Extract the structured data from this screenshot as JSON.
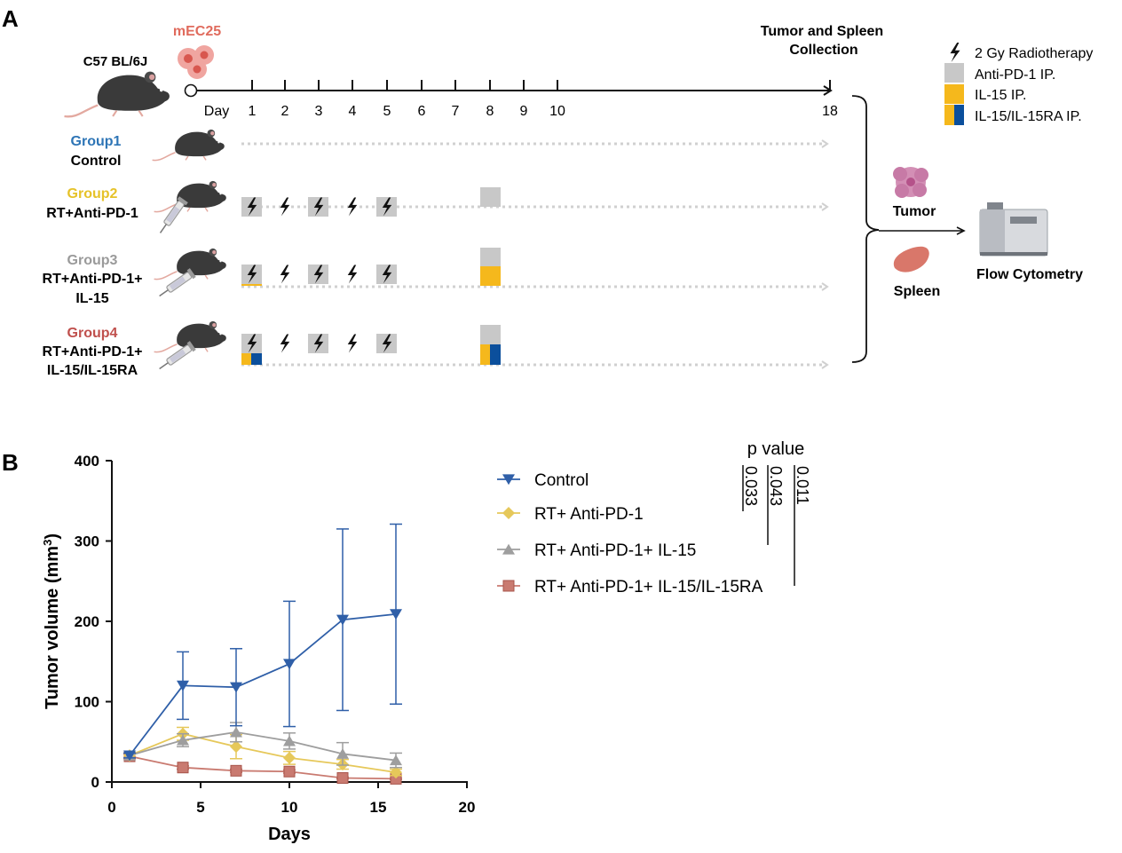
{
  "panel_a": {
    "label": "A",
    "mouse_strain": "C57 BL/6J",
    "cell_line": "mEC25",
    "collection_label_line1": "Tumor and Spleen",
    "collection_label_line2": "Collection",
    "day_word": "Day",
    "days": [
      "1",
      "2",
      "3",
      "4",
      "5",
      "6",
      "7",
      "8",
      "9",
      "10",
      "18"
    ],
    "legend": {
      "radiotherapy": "2 Gy Radiotherapy",
      "anti_pd1": "Anti-PD-1 IP.",
      "il15": "IL-15 IP.",
      "il15ra": "IL-15/IL-15RA IP."
    },
    "groups": [
      {
        "name": "Group1",
        "lines": [
          "Control"
        ],
        "color": "#2e75b6"
      },
      {
        "name": "Group2",
        "lines": [
          "RT+Anti-PD-1"
        ],
        "color": "#e6c229"
      },
      {
        "name": "Group3",
        "lines": [
          "RT+Anti-PD-1+",
          "IL-15"
        ],
        "color": "#9a9a9a"
      },
      {
        "name": "Group4",
        "lines": [
          "RT+Anti-PD-1+",
          "IL-15/IL-15RA"
        ],
        "color": "#c0504d"
      }
    ],
    "outputs": {
      "tumor": "Tumor",
      "spleen": "Spleen",
      "flow": "Flow Cytometry"
    },
    "colors": {
      "anti_pd1": "#c8c8c8",
      "il15": "#f5b81c",
      "il15ra": "#0b4f9c"
    }
  },
  "panel_b": {
    "label": "B",
    "p_value_title": "p value",
    "p_values": [
      "0.033",
      "0.043",
      "0.011"
    ]
  },
  "chart_data": {
    "type": "line",
    "title": "",
    "xlabel": "Days",
    "ylabel": "Tumor volume (mm3)",
    "xlim": [
      0,
      20
    ],
    "ylim": [
      0,
      400
    ],
    "xticks": [
      0,
      5,
      10,
      15,
      20
    ],
    "yticks": [
      0,
      100,
      200,
      300,
      400
    ],
    "legend_position": "top-right",
    "series": [
      {
        "name": "Control",
        "marker": "triangle-down",
        "color": "#2f5fa8",
        "x": [
          1,
          4,
          7,
          10,
          13,
          16
        ],
        "y": [
          33,
          120,
          118,
          147,
          202,
          209
        ],
        "error": [
          3,
          42,
          48,
          78,
          113,
          112
        ]
      },
      {
        "name": "RT+ Anti-PD-1",
        "marker": "diamond",
        "color": "#e6c85a",
        "x": [
          1,
          4,
          7,
          10,
          13,
          16
        ],
        "y": [
          33,
          60,
          44,
          30,
          22,
          12
        ],
        "error": [
          3,
          8,
          15,
          8,
          6,
          4
        ]
      },
      {
        "name": "RT+ Anti-PD-1+ IL-15",
        "marker": "triangle-up",
        "color": "#9e9e9e",
        "x": [
          1,
          4,
          7,
          10,
          13,
          16
        ],
        "y": [
          33,
          52,
          62,
          51,
          35,
          27
        ],
        "error": [
          3,
          8,
          12,
          10,
          14,
          9
        ]
      },
      {
        "name": "RT+ Anti-PD-1+ IL-15/IL-15RA",
        "marker": "square",
        "color": "#c97a70",
        "x": [
          1,
          4,
          7,
          10,
          13,
          16
        ],
        "y": [
          32,
          18,
          14,
          13,
          5,
          4
        ],
        "error": [
          3,
          2,
          2,
          2,
          1,
          1
        ]
      }
    ]
  }
}
